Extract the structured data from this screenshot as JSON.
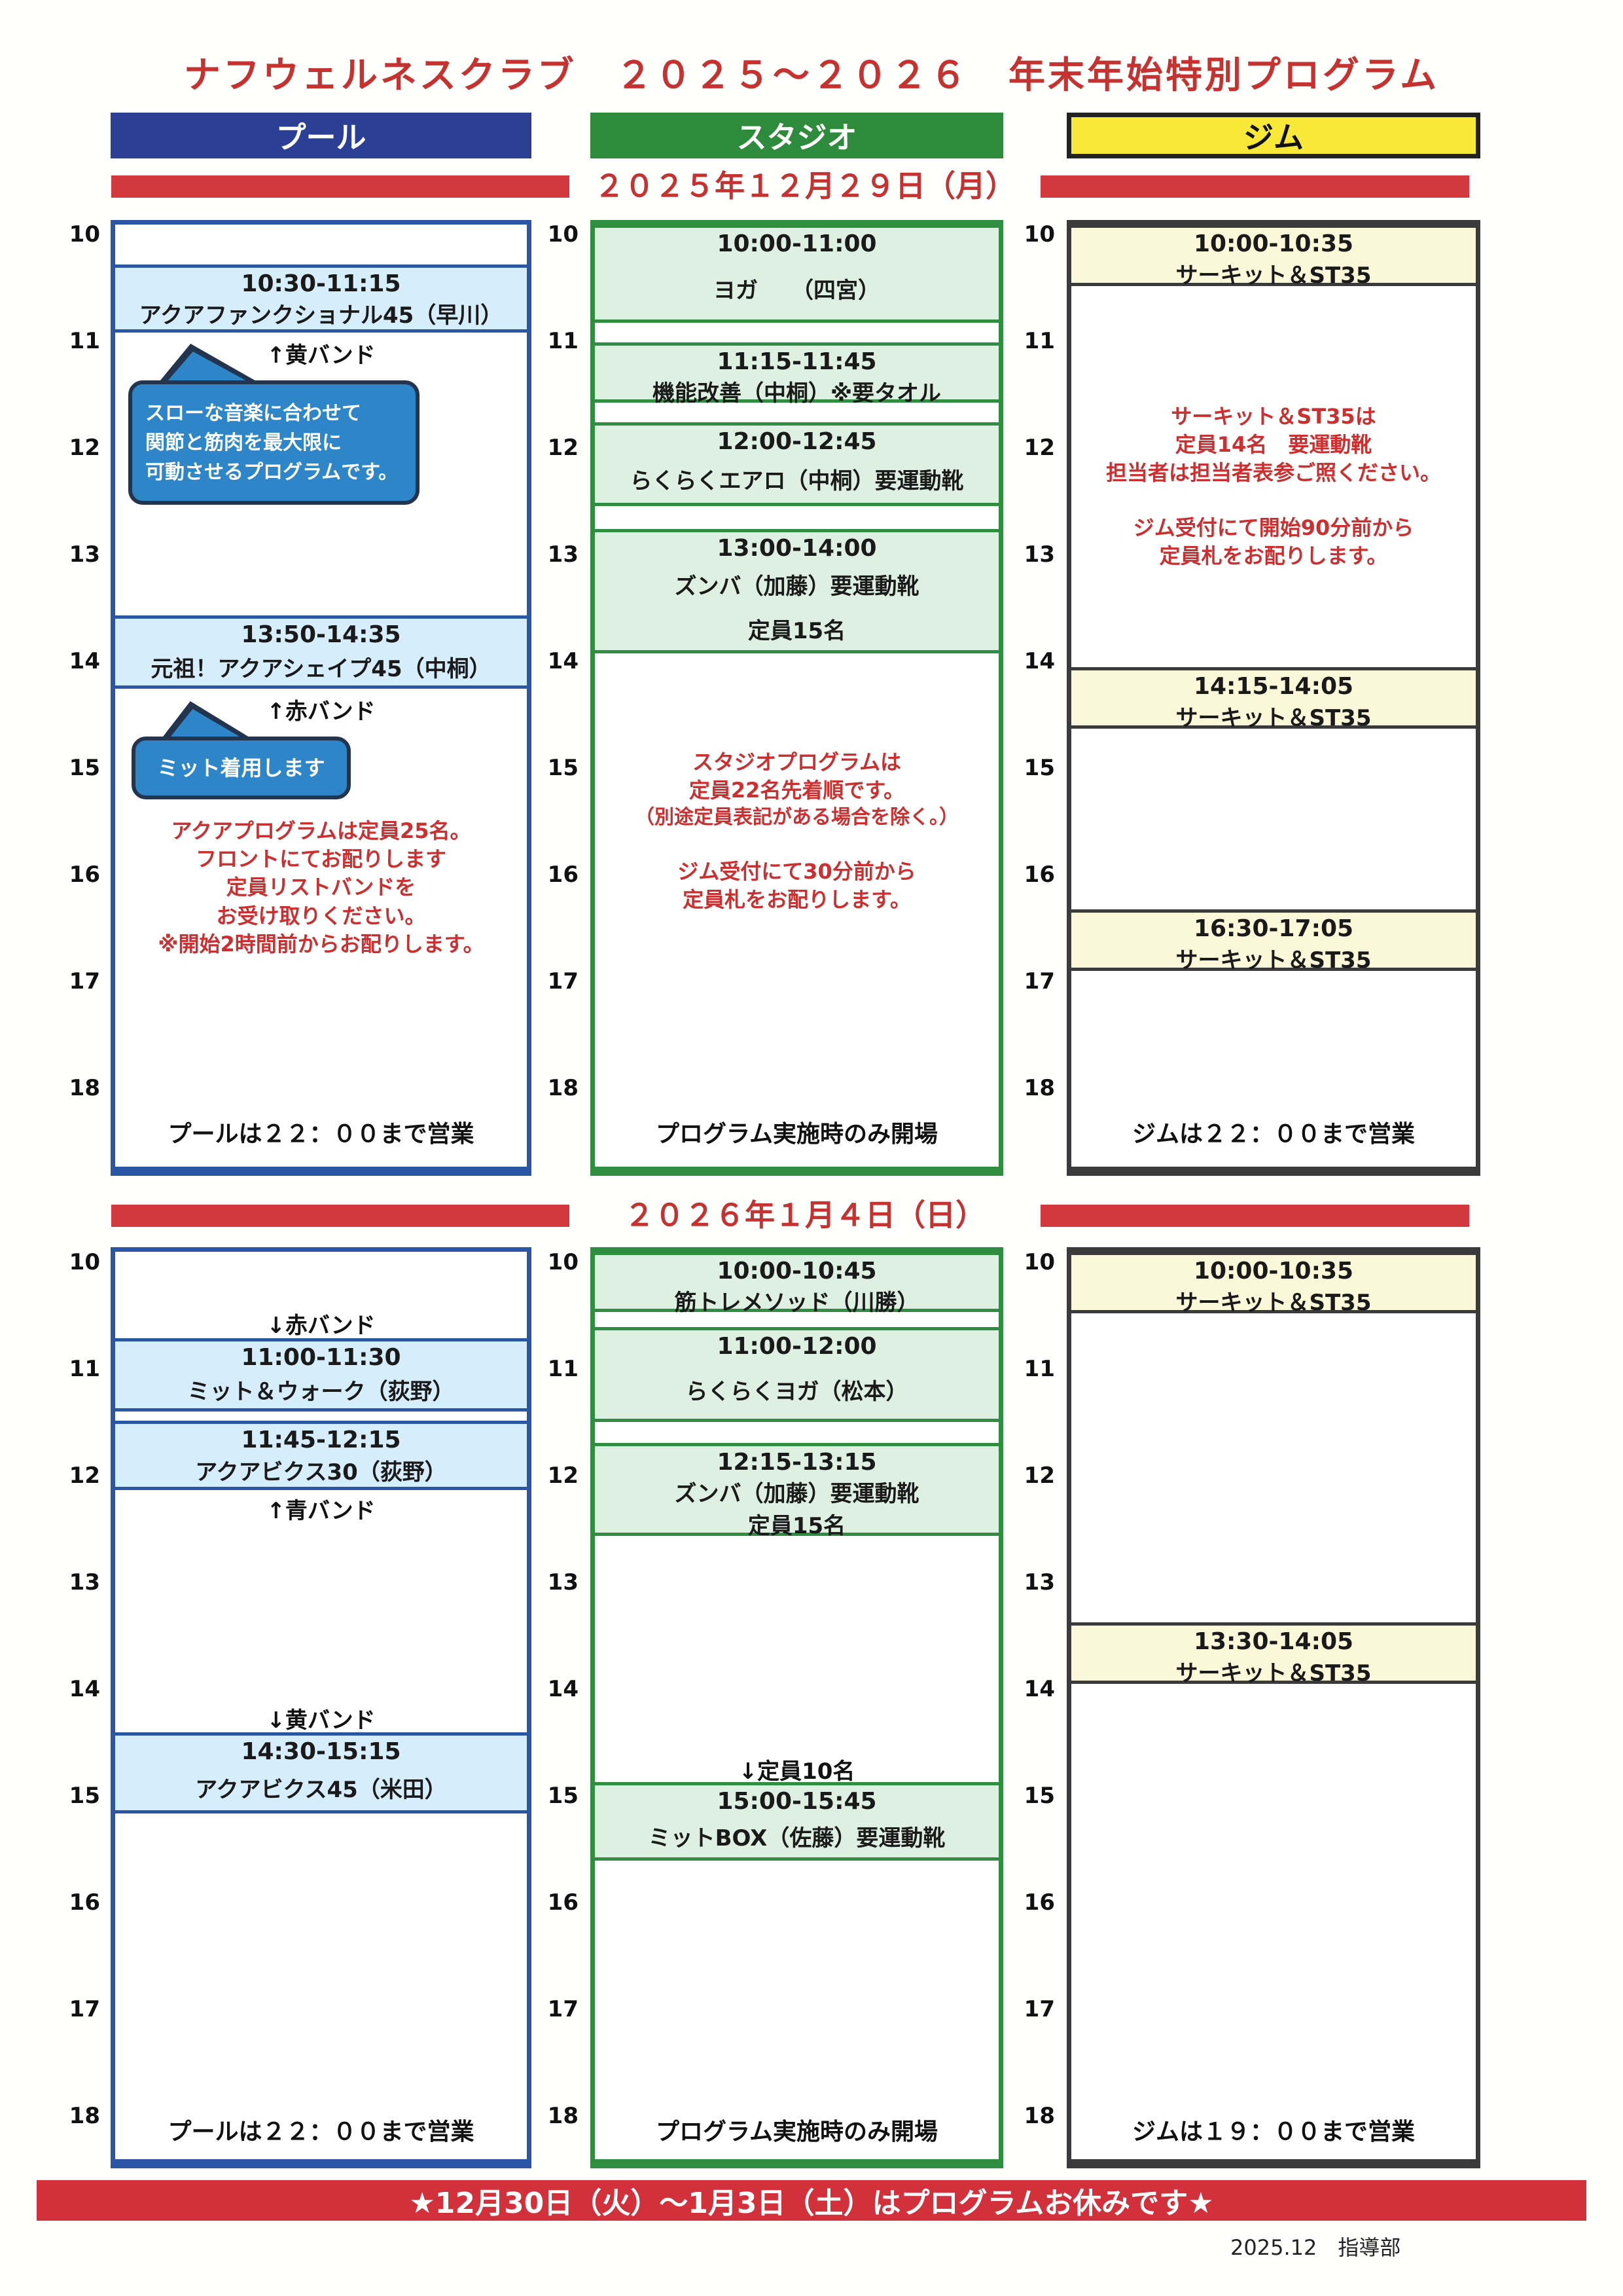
{
  "page": {
    "title": "ナフウェルネスクラブ　２０２５～２０２６　年末年始特別プログラム",
    "holiday_notice": "★12月30日（火）～1月3日（土）はプログラムお休みです★",
    "credit": "2025.12　指導部"
  },
  "colors": {
    "accent_red": "#c5322f",
    "pool_blue": "#2b3f94",
    "studio_green": "#2e8b3c",
    "gym_yellow": "#f8e838",
    "bubble_blue": "#2e86c8",
    "pool_slot_bg": "#d6edfb",
    "studio_slot_bg": "#def0e2",
    "gym_slot_bg": "#fbf8da"
  },
  "headers": {
    "pool": "プール",
    "studio": "スタジオ",
    "gym": "ジム"
  },
  "time_labels": [
    "10",
    "11",
    "12",
    "13",
    "14",
    "15",
    "16",
    "17",
    "18"
  ],
  "sections": [
    {
      "date": "２０２５年１２月２９日（月）",
      "pool": {
        "slots": [
          {
            "time": "10:30-11:15",
            "name": "アクアファンクショナル45（早川）"
          },
          {
            "time": "13:50-14:35",
            "name": "元祖！アクアシェイプ45（中桐）"
          }
        ],
        "band_yellow": "↑黄バンド",
        "band_red": "↑赤バンド",
        "bubble1": {
          "line1": "スローな音楽に合わせて",
          "line2": "関節と筋肉を最大限に",
          "line3": "可動させるプログラムです。"
        },
        "bubble2": {
          "text": "ミット着用します"
        },
        "notice": {
          "line1": "アクアプログラムは定員25名。",
          "line2": "フロントにてお配りします",
          "line3": "定員リストバンドを",
          "line4": "お受け取りください。",
          "line5": "※開始2時間前からお配りします。"
        },
        "closing": "プールは２２：００まで営業"
      },
      "studio": {
        "slots": [
          {
            "time": "10:00-11:00",
            "name": "ヨガ　　（四宮）"
          },
          {
            "time": "11:15-11:45",
            "name": "機能改善（中桐）※要タオル"
          },
          {
            "time": "12:00-12:45",
            "name": "らくらくエアロ（中桐）要運動靴"
          },
          {
            "time": "13:00-14:00",
            "name": "ズンバ（加藤）要運動靴",
            "extra": "定員15名"
          }
        ],
        "notice": {
          "line1": "スタジオプログラムは",
          "line2": "定員22名先着順です。",
          "line3": "（別途定員表記がある場合を除く。）",
          "line4": "ジム受付にて30分前から",
          "line5": "定員札をお配りします。"
        },
        "closing": "プログラム実施時のみ開場"
      },
      "gym": {
        "slots": [
          {
            "time": "10:00-10:35",
            "name": "サーキット＆ST35"
          },
          {
            "time": "14:15-14:05",
            "name": "サーキット＆ST35"
          },
          {
            "time": "16:30-17:05",
            "name": "サーキット＆ST35"
          }
        ],
        "notice": {
          "line1": "サーキット＆ST35は",
          "line2": "定員14名　要運動靴",
          "line3": "担当者は担当者表参ご照ください。",
          "line4": "ジム受付にて開始90分前から",
          "line5": "定員札をお配りします。"
        },
        "closing": "ジムは２２：００まで営業"
      }
    },
    {
      "date": "２０２６年１月４日（日）",
      "pool": {
        "band_red": "↓赤バンド",
        "band_blue": "↑青バンド",
        "band_yellow": "↓黄バンド",
        "slots": [
          {
            "time": "11:00-11:30",
            "name": "ミット＆ウォーク（荻野）"
          },
          {
            "time": "11:45-12:15",
            "name": "アクアビクス30（荻野）"
          },
          {
            "time": "14:30-15:15",
            "name": "アクアビクス45（米田）"
          }
        ],
        "closing": "プールは２２：００まで営業"
      },
      "studio": {
        "slots": [
          {
            "time": "10:00-10:45",
            "name": "筋トレメソッド（川勝）"
          },
          {
            "time": "11:00-12:00",
            "name": "らくらくヨガ（松本）"
          },
          {
            "time": "12:15-13:15",
            "name": "ズンバ（加藤）要運動靴",
            "extra": "定員15名"
          },
          {
            "time": "15:00-15:45",
            "name": "ミットBOX（佐藤）要運動靴"
          }
        ],
        "band_capacity": "↓定員10名",
        "closing": "プログラム実施時のみ開場"
      },
      "gym": {
        "slots": [
          {
            "time": "10:00-10:35",
            "name": "サーキット＆ST35"
          },
          {
            "time": "13:30-14:05",
            "name": "サーキット＆ST35"
          }
        ],
        "closing": "ジムは１９：００まで営業"
      }
    }
  ]
}
